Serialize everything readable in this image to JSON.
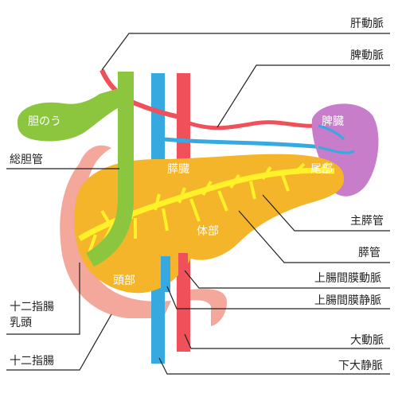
{
  "labels": {
    "hepatic_artery": "肝動脈",
    "splenic_artery": "脾動脈",
    "common_bile_duct": "総胆管",
    "main_pancreatic_duct": "主膵管",
    "pancreatic_duct": "膵管",
    "sma": "上腸間膜動脈",
    "smv": "上腸間膜静脈",
    "papilla": "十二指腸\n乳頭",
    "aorta": "大動脈",
    "duodenum": "十二指腸",
    "ivc": "下大静脈"
  },
  "organ_labels": {
    "gallbladder": "胆のう",
    "spleen": "脾臓",
    "pancreas": "膵臓",
    "tail": "尾部",
    "body": "体部",
    "head": "頭部"
  },
  "colors": {
    "pancreas": "#f5b52a",
    "duct": "#fff229",
    "bile": "#8cc63f",
    "spleen": "#c77dc9",
    "duodenum": "#f4a79b",
    "artery": "#f0505a",
    "vein": "#36a9e1"
  }
}
